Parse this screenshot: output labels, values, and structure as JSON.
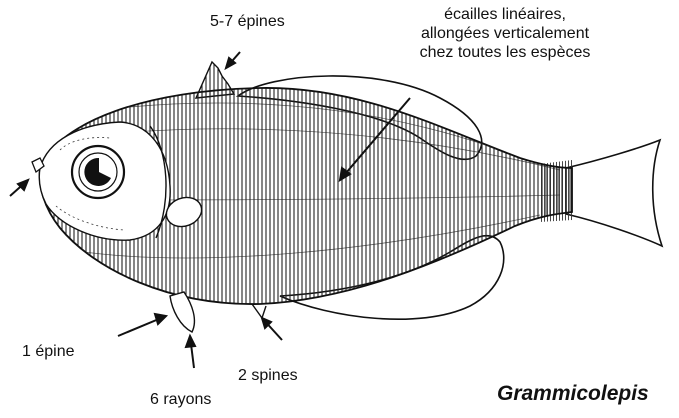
{
  "labels": {
    "dorsal_spines": "5-7 épines",
    "scales": [
      "écailles linéaires,",
      "allongées verticalement",
      "chez toutes les espèces"
    ],
    "pelvic_spine": "1 épine",
    "pelvic_rays": "6 rayons",
    "anal_spines": "2 spines"
  },
  "title": "Grammicolepis",
  "colors": {
    "ink": "#111111",
    "background": "#ffffff"
  }
}
